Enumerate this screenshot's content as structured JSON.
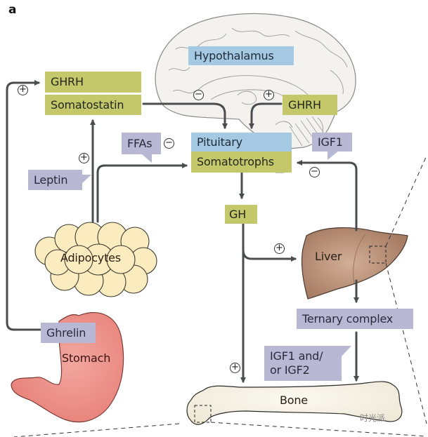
{
  "panel_label": "a",
  "labels": {
    "hypothalamus": "Hypothalamus",
    "ghrh_left": "GHRH",
    "somatostatin": "Somatostatin",
    "ghrh_right": "GHRH",
    "pituitary": "Pituitary",
    "somatotrophs": "Somatotrophs",
    "ffas": "FFAs",
    "igf1": "IGF1",
    "leptin": "Leptin",
    "gh": "GH",
    "ghrelin": "Ghrelin",
    "ternary_complex": "Ternary complex",
    "igf1_igf2_line1": "IGF1 and/",
    "igf1_igf2_line2": "or IGF2"
  },
  "organs": {
    "adipocytes": "Adipocytes",
    "stomach": "Stomach",
    "liver": "Liver",
    "bone": "Bone",
    "brain": "brain"
  },
  "signs": {
    "plus": "+",
    "minus": "−"
  },
  "colors": {
    "green_box": "#c4c86b",
    "blue_box": "#a6c9e3",
    "purple_box": "#b9b8d4",
    "arrow": "#4a4c4e",
    "liver": "#b48a72",
    "stomach": "#ee9088",
    "adipocyte": "#fbecc0",
    "bone": "#f6f2e6"
  },
  "watermark": "时光派"
}
